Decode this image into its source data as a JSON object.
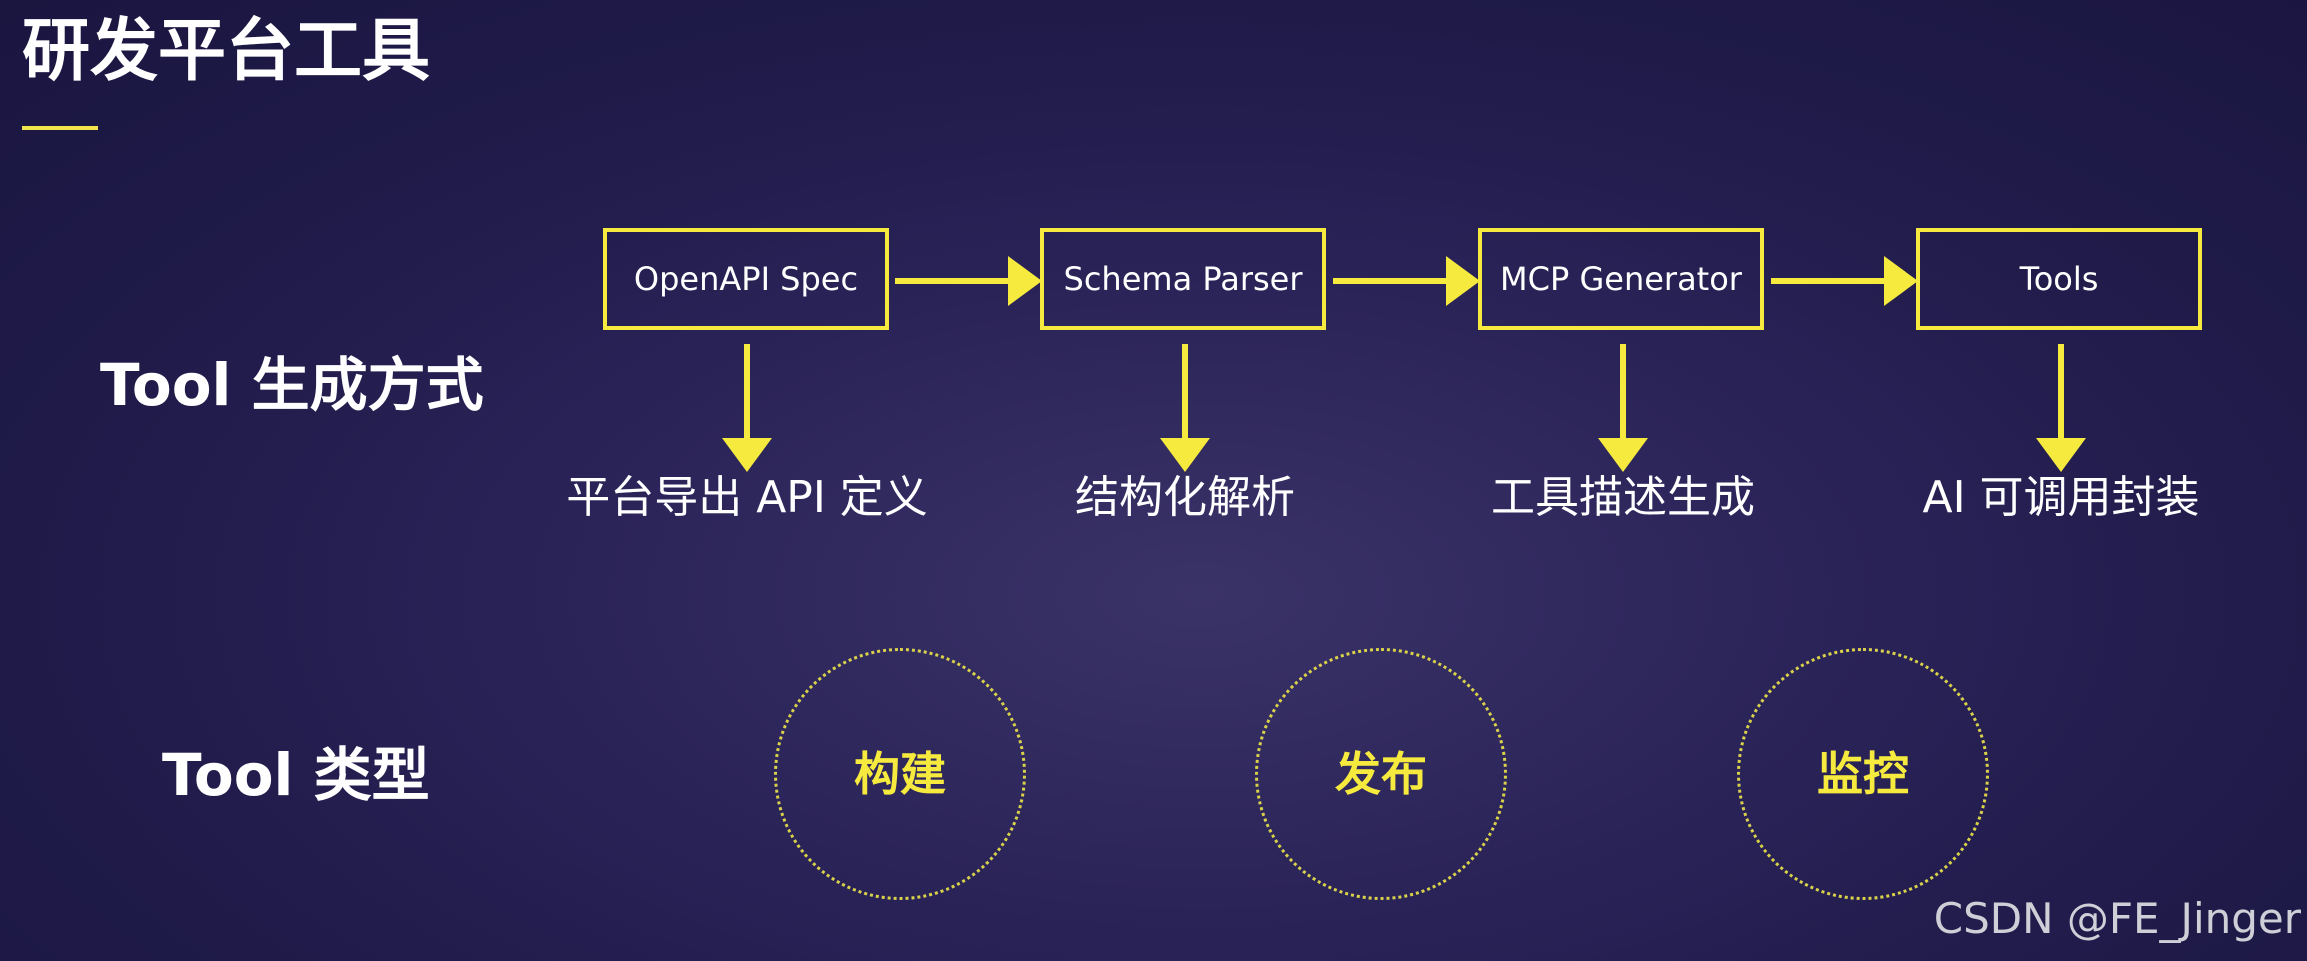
{
  "title": "研发平台工具",
  "generation": {
    "label": "Tool 生成方式",
    "steps": [
      {
        "name": "OpenAPI Spec",
        "desc": "平台导出 API 定义"
      },
      {
        "name": "Schema Parser",
        "desc": "结构化解析"
      },
      {
        "name": "MCP Generator",
        "desc": "工具描述生成"
      },
      {
        "name": "Tools",
        "desc": "AI 可调用封装"
      }
    ]
  },
  "types": {
    "label": "Tool 类型",
    "items": [
      "构建",
      "发布",
      "监控"
    ]
  },
  "watermark": "CSDN @FE_Jinger",
  "colors": {
    "accent": "#f5ea3d",
    "background": "#2a2358",
    "text": "#ffffff"
  }
}
